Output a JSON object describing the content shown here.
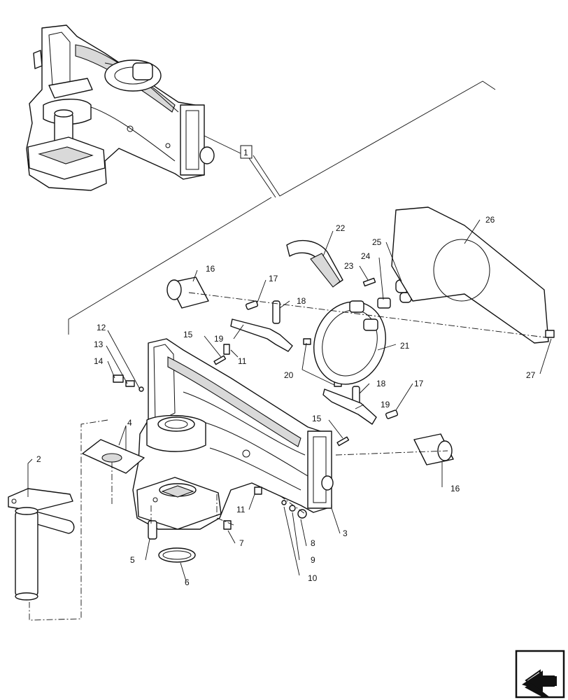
{
  "callouts": [
    {
      "id": "c1",
      "text": "1"
    },
    {
      "id": "c2",
      "text": "2"
    },
    {
      "id": "c3",
      "text": "3"
    },
    {
      "id": "c4",
      "text": "4"
    },
    {
      "id": "c5",
      "text": "5"
    },
    {
      "id": "c6",
      "text": "6"
    },
    {
      "id": "c7",
      "text": "7"
    },
    {
      "id": "c8",
      "text": "8"
    },
    {
      "id": "c9",
      "text": "9"
    },
    {
      "id": "c10",
      "text": "10"
    },
    {
      "id": "c11a",
      "text": "11"
    },
    {
      "id": "c11b",
      "text": "11"
    },
    {
      "id": "c12",
      "text": "12"
    },
    {
      "id": "c13",
      "text": "13"
    },
    {
      "id": "c14",
      "text": "14"
    },
    {
      "id": "c15a",
      "text": "15"
    },
    {
      "id": "c15b",
      "text": "15"
    },
    {
      "id": "c16a",
      "text": "16"
    },
    {
      "id": "c16b",
      "text": "16"
    },
    {
      "id": "c17a",
      "text": "17"
    },
    {
      "id": "c17b",
      "text": "17"
    },
    {
      "id": "c18a",
      "text": "18"
    },
    {
      "id": "c18b",
      "text": "18"
    },
    {
      "id": "c19a",
      "text": "19"
    },
    {
      "id": "c19b",
      "text": "19"
    },
    {
      "id": "c20",
      "text": "20"
    },
    {
      "id": "c21",
      "text": "21"
    },
    {
      "id": "c22",
      "text": "22"
    },
    {
      "id": "c23",
      "text": "23"
    },
    {
      "id": "c24",
      "text": "24"
    },
    {
      "id": "c25",
      "text": "25"
    },
    {
      "id": "c26",
      "text": "26"
    },
    {
      "id": "c27",
      "text": "27"
    }
  ],
  "nav_icon": "next-page-arrow-icon"
}
